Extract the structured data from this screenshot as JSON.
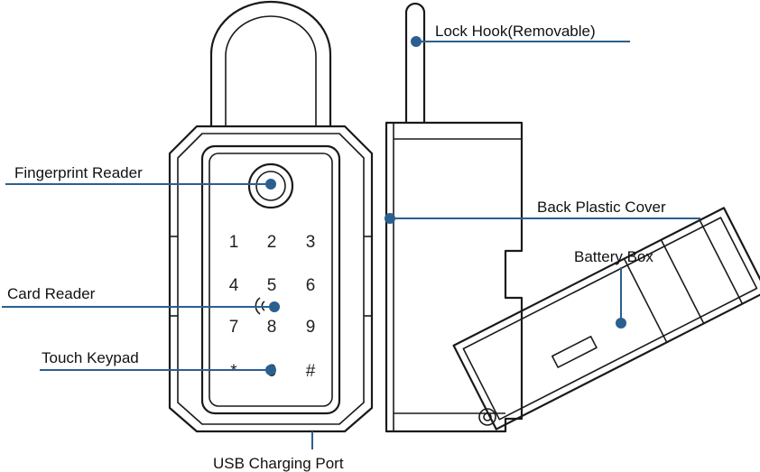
{
  "labels": {
    "lock_hook": "Lock Hook(Removable)",
    "fingerprint_reader": "Fingerprint Reader",
    "back_plastic_cover": "Back Plastic Cover",
    "battery_box": "Battery Box",
    "card_reader": "Card Reader",
    "touch_keypad": "Touch Keypad",
    "usb_charging_port": "USB Charging Port"
  },
  "keypad": [
    "1",
    "2",
    "3",
    "4",
    "5",
    "6",
    "7",
    "8",
    "9",
    "*",
    "0",
    "#"
  ],
  "colors": {
    "callout": "#2b5f8f",
    "outline": "#1a1a1a"
  }
}
